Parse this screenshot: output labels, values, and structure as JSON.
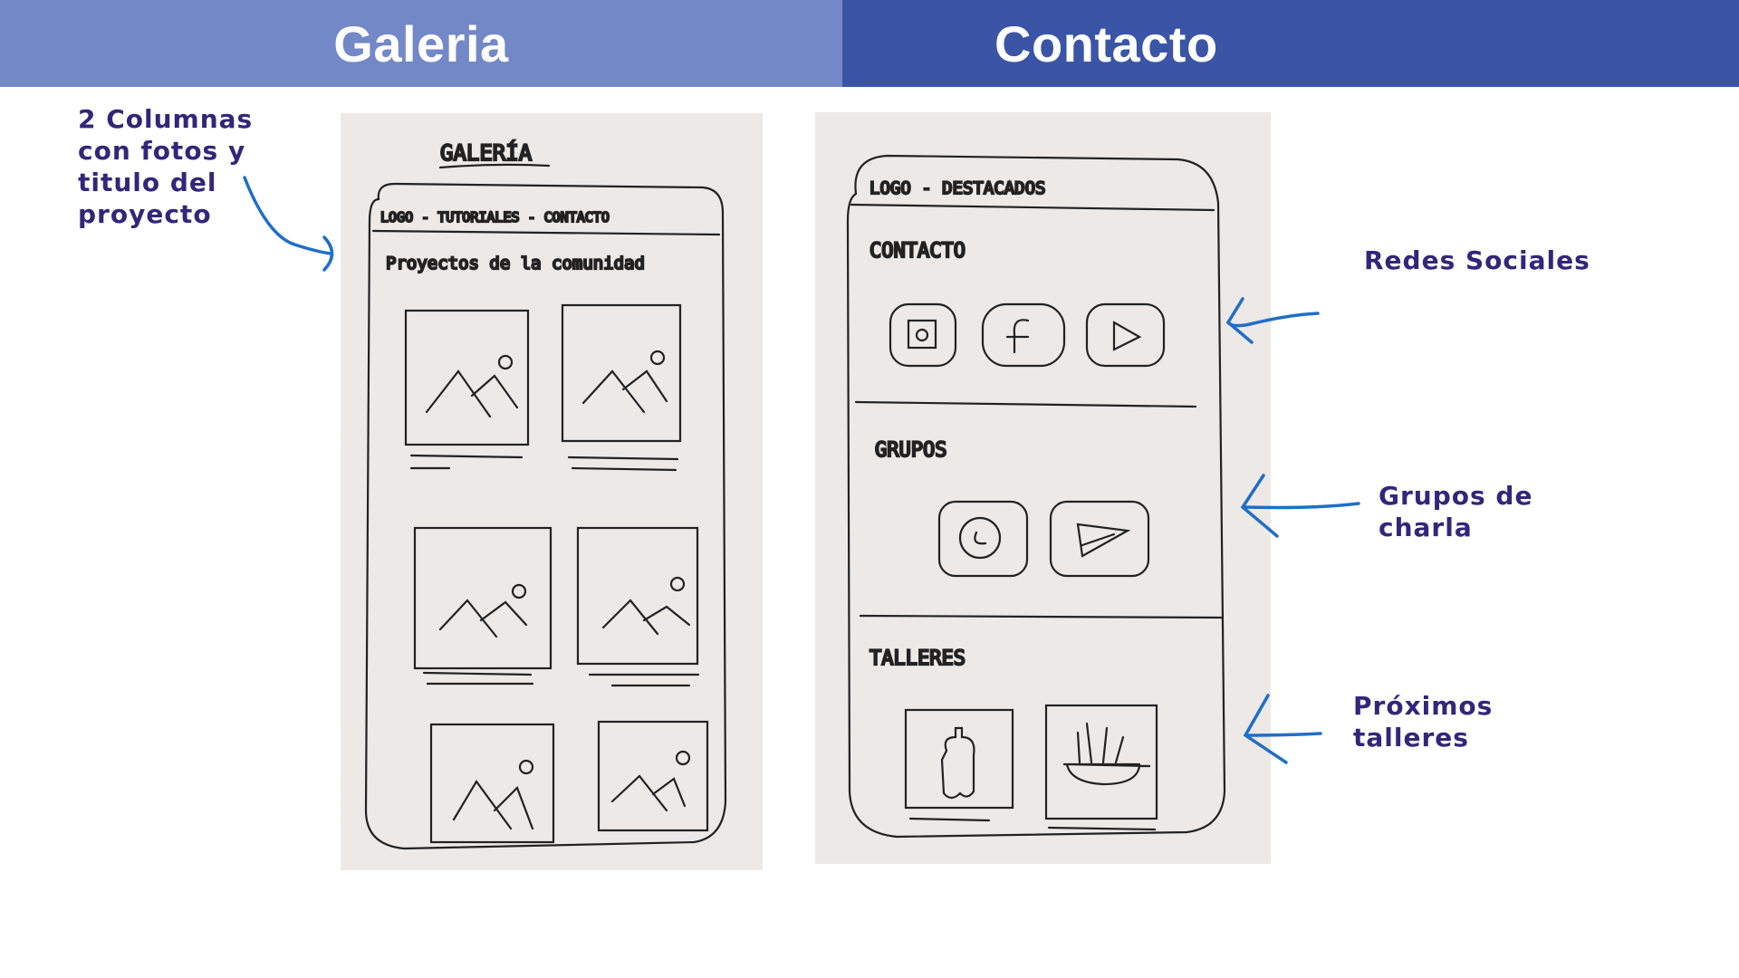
{
  "headers": {
    "left_title": "Galeria",
    "right_title": "Contacto",
    "colors": {
      "left": "#7388c7",
      "right": "#3a55a6",
      "text": "#ffffff"
    }
  },
  "annotations": {
    "gallery_note": [
      "2 Columnas",
      "con fotos y",
      "titulo del",
      "proyecto"
    ],
    "redes_sociales": "Redes Sociales",
    "grupos": [
      "Grupos de",
      "charla"
    ],
    "talleres": [
      "Próximos",
      "talleres"
    ],
    "text_color": "#33267a",
    "arrow_color": "#1f6fc8"
  },
  "gallery_sketch": {
    "page_label": "GALERÍA",
    "nav": "LOGO - TUTORIALES - CONTACTO",
    "section_title": "Proyectos de la comunidad",
    "grid_columns": 2,
    "cards": [
      {
        "icon": "image-placeholder-icon"
      },
      {
        "icon": "image-placeholder-icon"
      },
      {
        "icon": "image-placeholder-icon"
      },
      {
        "icon": "image-placeholder-icon"
      },
      {
        "icon": "image-placeholder-icon"
      },
      {
        "icon": "image-placeholder-icon"
      }
    ]
  },
  "contact_sketch": {
    "nav": "LOGO - DESTACADOS",
    "sections": [
      {
        "title": "CONTACTO",
        "icons": [
          "instagram-icon",
          "facebook-icon",
          "youtube-icon"
        ]
      },
      {
        "title": "GRUPOS",
        "icons": [
          "whatsapp-icon",
          "telegram-icon"
        ]
      },
      {
        "title": "TALLERES",
        "icons": [
          "pumpkin-workshop-icon",
          "plant-pot-workshop-icon"
        ]
      }
    ]
  }
}
